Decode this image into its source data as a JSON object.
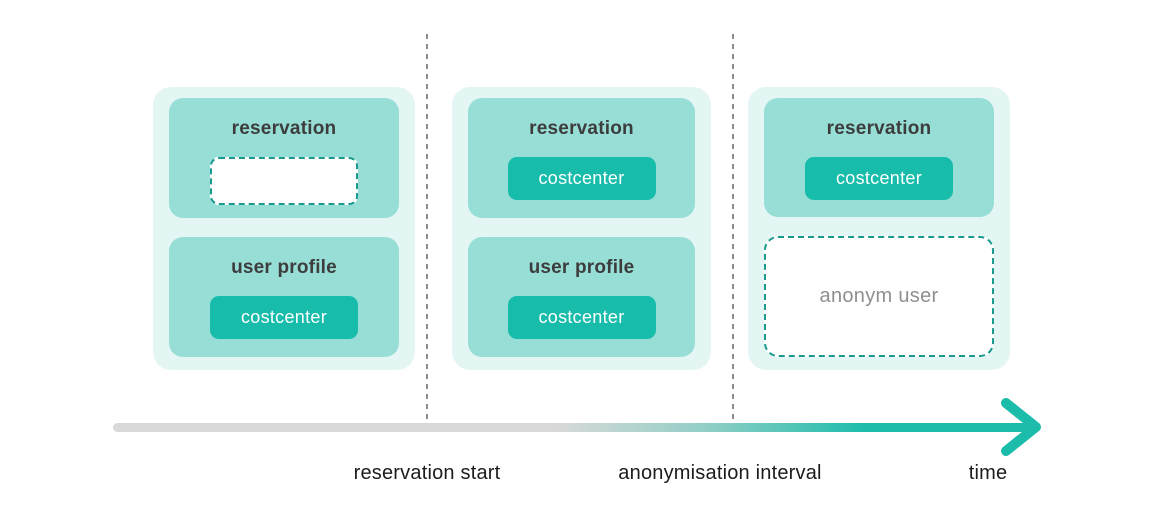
{
  "colors": {
    "panel_bg": "#e4f6f3",
    "card_bg": "#96ded6",
    "badge_bg": "#17bcab",
    "badge_text": "#ffffff",
    "dashed_border_teal": "#1a9a8e",
    "card_title_text": "#3d3d3d",
    "anonym_text": "#8f8f8f",
    "timeline_gray": "#d9d9d9",
    "timeline_teal": "#1cbcab",
    "separator_dash_gray": "#8c8c8c",
    "label_text": "#1c1c1c"
  },
  "panels": [
    {
      "name": "before-reservation-start",
      "cards": [
        {
          "title": "reservation",
          "slot": "empty-placeholder"
        },
        {
          "title": "user profile",
          "badge": "costcenter"
        }
      ]
    },
    {
      "name": "between-start-and-anonymisation",
      "cards": [
        {
          "title": "reservation",
          "badge": "costcenter"
        },
        {
          "title": "user profile",
          "badge": "costcenter"
        }
      ]
    },
    {
      "name": "after-anonymisation",
      "cards": [
        {
          "title": "reservation",
          "badge": "costcenter"
        }
      ],
      "anonym_box": {
        "label": "anonym user"
      }
    }
  ],
  "timeline": {
    "labels": {
      "reservation_start": "reservation start",
      "anonymisation_interval": "anonymisation interval",
      "time": "time"
    },
    "arrow_icon": "arrow-right"
  }
}
